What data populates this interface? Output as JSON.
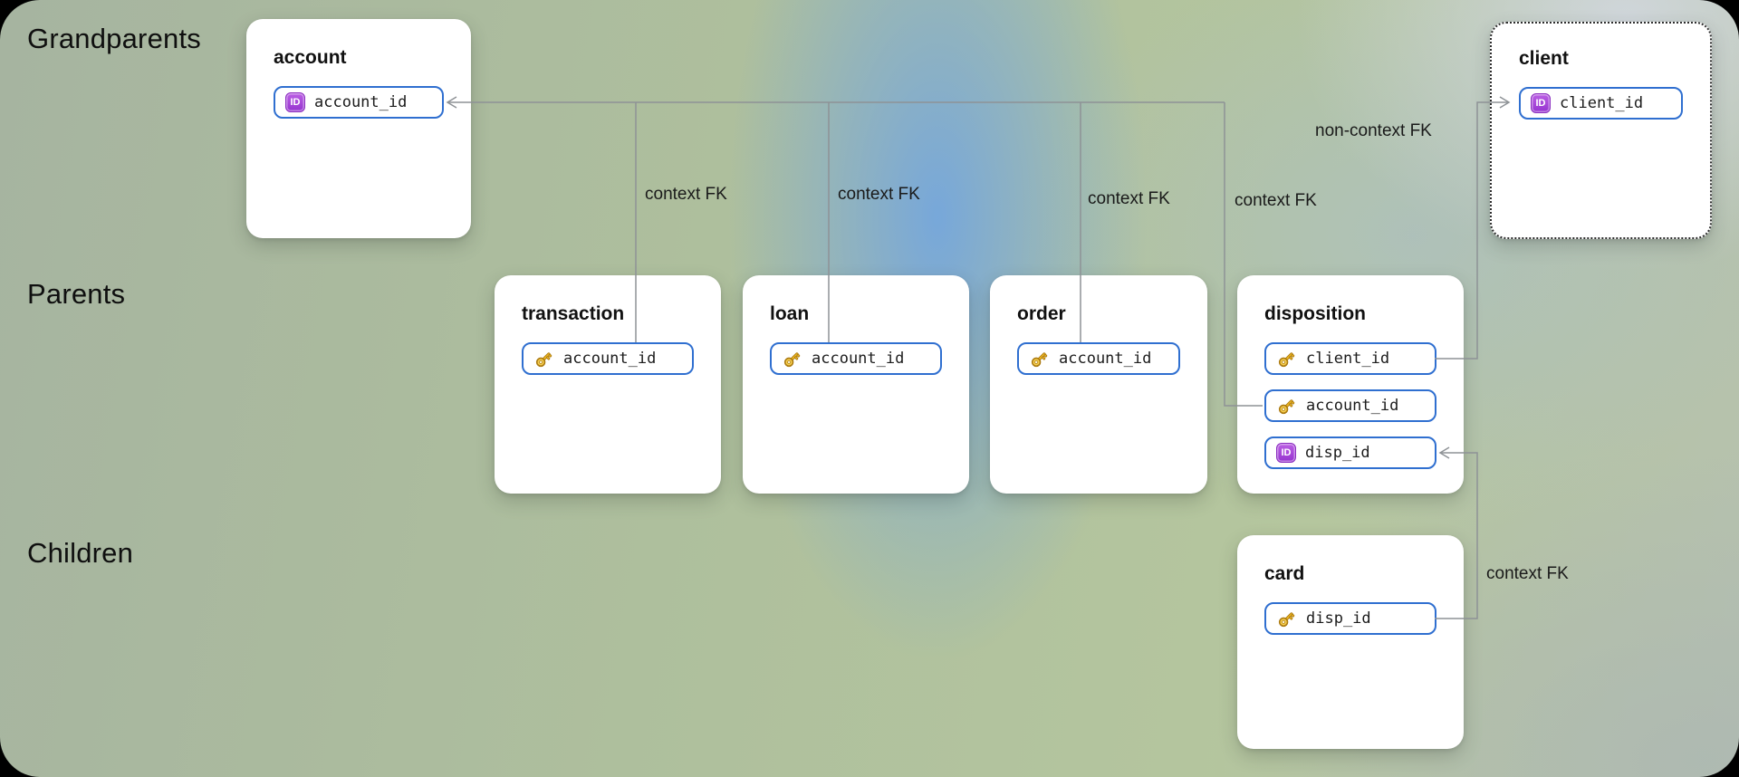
{
  "diagram": {
    "section_labels": {
      "grandparents": "Grandparents",
      "parents": "Parents",
      "children": "Children"
    },
    "tables": {
      "account": {
        "title": "account",
        "fields": [
          {
            "name": "account_id",
            "icon": "id-badge"
          }
        ]
      },
      "client": {
        "title": "client",
        "border": "dotted",
        "fields": [
          {
            "name": "client_id",
            "icon": "id-badge"
          }
        ]
      },
      "transaction": {
        "title": "transaction",
        "fields": [
          {
            "name": "account_id",
            "icon": "key"
          }
        ]
      },
      "loan": {
        "title": "loan",
        "fields": [
          {
            "name": "account_id",
            "icon": "key"
          }
        ]
      },
      "order": {
        "title": "order",
        "fields": [
          {
            "name": "account_id",
            "icon": "key"
          }
        ]
      },
      "disposition": {
        "title": "disposition",
        "fields": [
          {
            "name": "client_id",
            "icon": "key"
          },
          {
            "name": "account_id",
            "icon": "key"
          },
          {
            "name": "disp_id",
            "icon": "id-badge"
          }
        ]
      },
      "card": {
        "title": "card",
        "fields": [
          {
            "name": "disp_id",
            "icon": "key"
          }
        ]
      }
    },
    "edge_labels": {
      "fk_transaction": "context FK",
      "fk_loan": "context FK",
      "fk_order": "context FK",
      "fk_disposition": "context FK",
      "fk_client_noncontext": "non-context FK",
      "fk_card": "context FK"
    },
    "id_badge_text": "ID",
    "colors": {
      "field_border": "#2f6fd0",
      "id_badge_purple": "#a344dc",
      "key_gold": "#edb622",
      "connector_gray": "#8e9296",
      "text": "#161616"
    }
  }
}
